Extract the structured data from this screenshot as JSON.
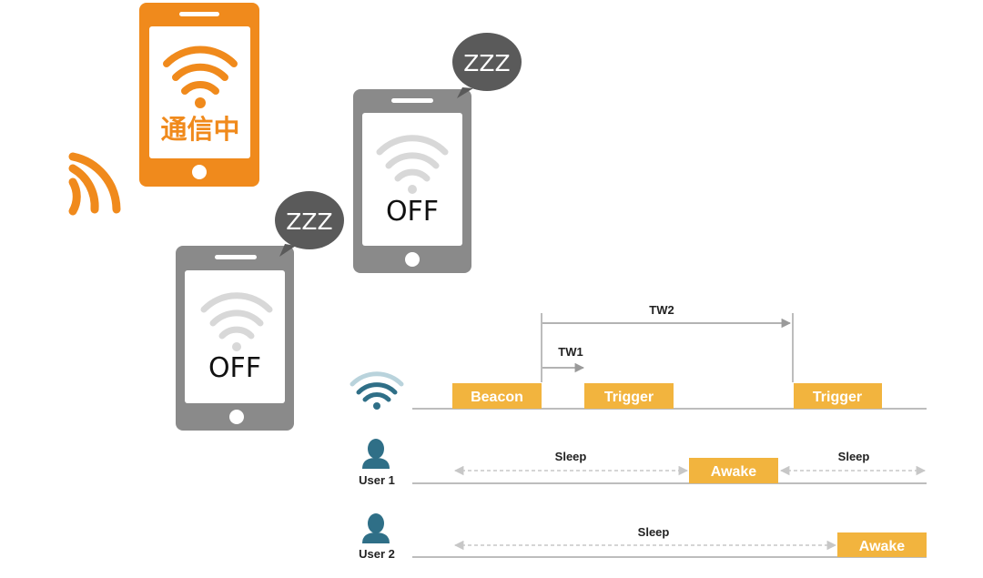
{
  "colors": {
    "orange_phone": "#f08a1c",
    "gray_phone": "#8a8a8a",
    "bubble": "#5a5a5a",
    "wifi_faded": "#d8d8d8",
    "box_fill": "#f2b43e",
    "box_text": "#ffffff",
    "axis_line": "#bdbdbd",
    "dashed": "#c7c7c7",
    "arrow": "#9a9a9a",
    "access_point": "#2f6f87",
    "user_icon": "#2f6f87",
    "label_text": "#222222"
  },
  "phones": {
    "active": {
      "screen_text": "通信中",
      "icon": "wifi-icon"
    },
    "sleep_right": {
      "screen_text": "OFF",
      "bubble_text": "ZZZ",
      "icon": "wifi-icon"
    },
    "sleep_left": {
      "screen_text": "OFF",
      "bubble_text": "ZZZ",
      "icon": "wifi-icon"
    }
  },
  "timeline": {
    "ap_icon": "wifi-access-point-icon",
    "boxes": {
      "beacon": "Beacon",
      "trigger_1": "Trigger",
      "trigger_2": "Trigger"
    },
    "intervals": {
      "tw1": "TW1",
      "tw2": "TW2"
    },
    "users": [
      {
        "label": "User 1",
        "icon": "user-icon",
        "sleep_1": "Sleep",
        "awake": "Awake",
        "sleep_2": "Sleep"
      },
      {
        "label": "User 2",
        "icon": "user-icon",
        "sleep_1": "Sleep",
        "awake": "Awake"
      }
    ]
  }
}
